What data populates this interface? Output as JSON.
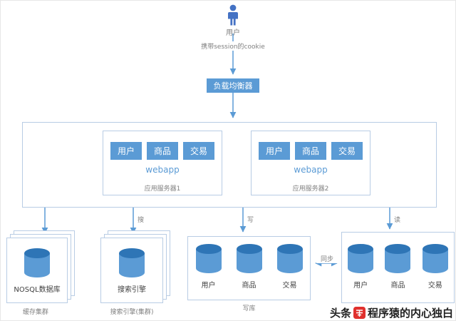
{
  "user": {
    "label": "用户"
  },
  "edges": {
    "cookie": "携带session的cookie",
    "search": "搜",
    "write": "写",
    "read": "读",
    "sync": "同步"
  },
  "load_balancer": {
    "label": "负载均衡器"
  },
  "app_servers": [
    {
      "name": "应用服务器1",
      "modules": [
        "用户",
        "商品",
        "交易"
      ],
      "platform": "webapp"
    },
    {
      "name": "应用服务器2",
      "modules": [
        "用户",
        "商品",
        "交易"
      ],
      "platform": "webapp"
    }
  ],
  "cache_cluster": {
    "db": "NOSQL数据库",
    "caption": "缓存集群"
  },
  "search_cluster": {
    "db": "搜索引擎",
    "caption": "搜索引擎(集群)"
  },
  "write_db": {
    "modules": [
      "用户",
      "商品",
      "交易"
    ],
    "caption": "写库"
  },
  "read_db": {
    "modules": [
      "用户",
      "商品",
      "交易"
    ]
  },
  "watermark": {
    "prefix": "头条",
    "suffix": "程序猿的内心独白"
  },
  "colors": {
    "primary": "#5B9BD5",
    "cylinder_top": "#2E75B6",
    "box_border": "#B8CCE4",
    "label_gray": "#808080",
    "logo_red": "#E0312E"
  }
}
